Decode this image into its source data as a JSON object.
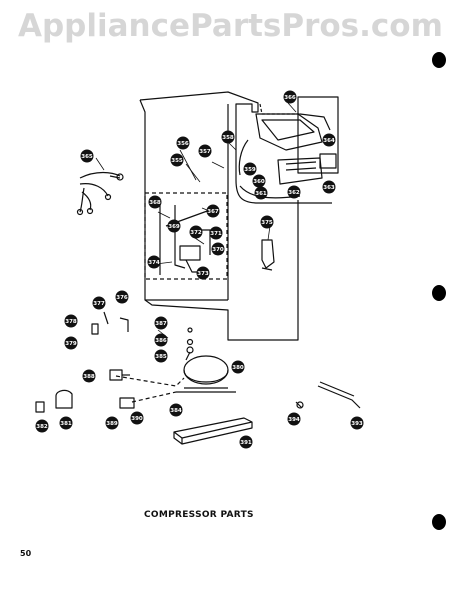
{
  "watermark": "AppliancePartsPros.com",
  "caption": "COMPRESSOR PARTS",
  "page_number": "50",
  "callouts": [
    {
      "id": "c-365",
      "label": "365"
    },
    {
      "id": "c-366",
      "label": "366"
    },
    {
      "id": "c-356",
      "label": "356"
    },
    {
      "id": "c-355",
      "label": "355"
    },
    {
      "id": "c-357",
      "label": "357"
    },
    {
      "id": "c-358",
      "label": "358"
    },
    {
      "id": "c-359",
      "label": "359"
    },
    {
      "id": "c-360",
      "label": "360"
    },
    {
      "id": "c-361",
      "label": "361"
    },
    {
      "id": "c-362",
      "label": "362"
    },
    {
      "id": "c-363",
      "label": "363"
    },
    {
      "id": "c-364",
      "label": "364"
    },
    {
      "id": "c-368",
      "label": "368"
    },
    {
      "id": "c-367",
      "label": "367"
    },
    {
      "id": "c-369",
      "label": "369"
    },
    {
      "id": "c-372",
      "label": "372"
    },
    {
      "id": "c-371",
      "label": "371"
    },
    {
      "id": "c-370",
      "label": "370"
    },
    {
      "id": "c-374",
      "label": "374"
    },
    {
      "id": "c-373",
      "label": "373"
    },
    {
      "id": "c-375",
      "label": "375"
    },
    {
      "id": "c-376",
      "label": "376"
    },
    {
      "id": "c-377",
      "label": "377"
    },
    {
      "id": "c-378",
      "label": "378"
    },
    {
      "id": "c-379",
      "label": "379"
    },
    {
      "id": "c-387",
      "label": "387"
    },
    {
      "id": "c-386",
      "label": "386"
    },
    {
      "id": "c-385",
      "label": "385"
    },
    {
      "id": "c-380",
      "label": "380"
    },
    {
      "id": "c-388",
      "label": "388"
    },
    {
      "id": "c-384",
      "label": "384"
    },
    {
      "id": "c-381",
      "label": "381"
    },
    {
      "id": "c-382",
      "label": "382"
    },
    {
      "id": "c-389",
      "label": "389"
    },
    {
      "id": "c-390",
      "label": "390"
    },
    {
      "id": "c-391",
      "label": "391"
    },
    {
      "id": "c-394",
      "label": "394"
    },
    {
      "id": "c-393",
      "label": "393"
    }
  ]
}
